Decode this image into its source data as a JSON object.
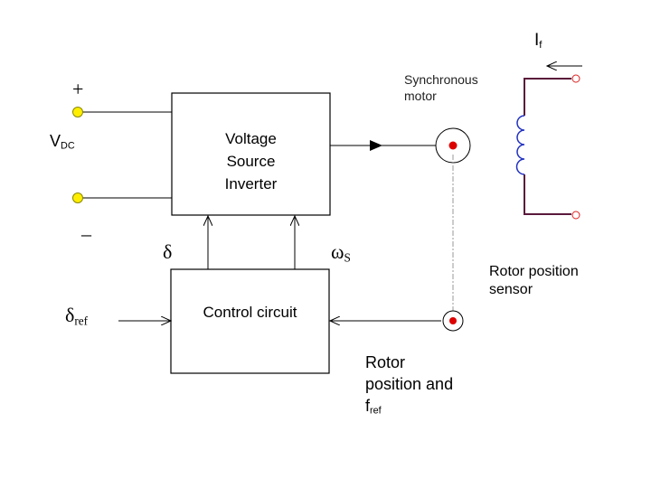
{
  "labels": {
    "plus": "+",
    "minus": "–",
    "vdc_main": "V",
    "vdc_sub": "DC",
    "vsi": [
      "Voltage",
      "Source",
      "Inverter"
    ],
    "control": "Control circuit",
    "delta": "δ",
    "omega_main": "ω",
    "omega_sub": "S",
    "delta_ref_main": "δ",
    "delta_ref_sub": "ref",
    "motor": [
      "Synchronous",
      "motor"
    ],
    "if_main": "I",
    "if_sub": "f",
    "sensor": [
      "Rotor position",
      "sensor"
    ],
    "rotor_pos": [
      "Rotor",
      "position and"
    ],
    "fref_main": "f",
    "fref_sub": "ref"
  },
  "colors": {
    "terminal": "#ffee00",
    "winding": "#5a1a3a",
    "coil": "#2030c0",
    "dot": "#dd0000"
  }
}
